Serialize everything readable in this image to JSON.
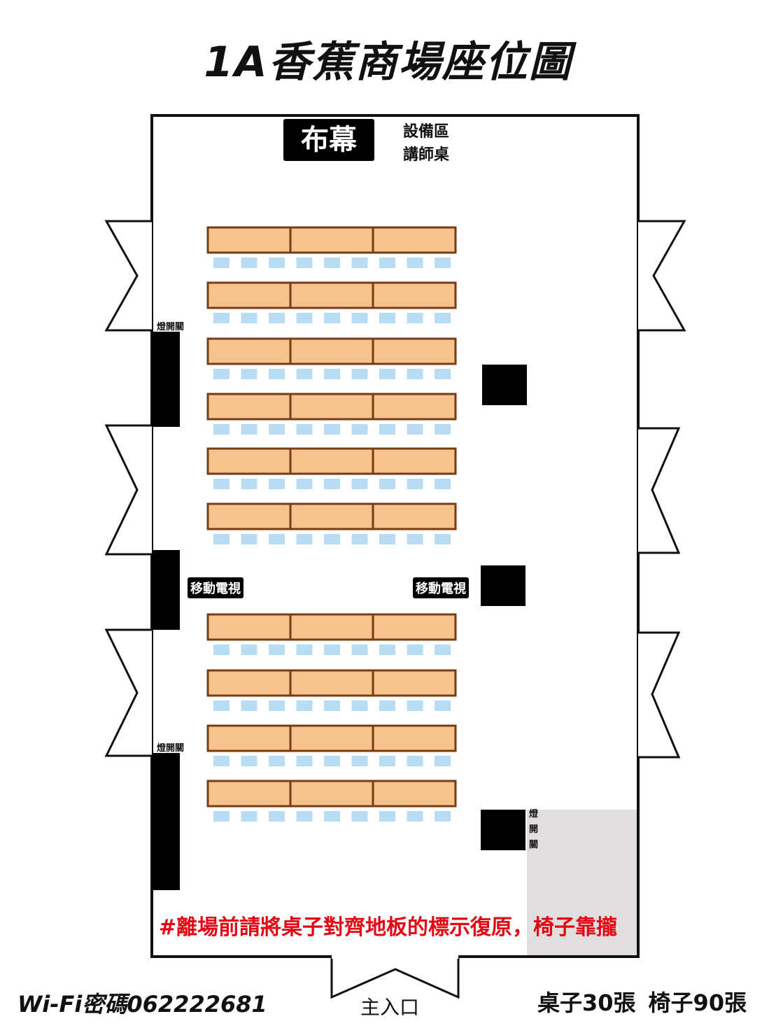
{
  "title": "1A香蕉商場座位圖",
  "screen_label": "布幕",
  "equipment_area": "設備區",
  "lecturer_desk": "講師桌",
  "light_switch": "燈開關",
  "light_switch_vertical": "燈開關",
  "mobile_tv": "移動電視",
  "notice": "#離場前請將桌子對齊地板的標示復原，椅子靠攏",
  "wifi": "Wi-Fi密碼062222681",
  "desk_count": "桌子30張",
  "chair_count": "椅子90張",
  "entrance": "主入口",
  "colors": {
    "desk_fill": "#f5c48d",
    "desk_border": "#7a3a14",
    "chair": "#b9dcf5",
    "notice": "#e30613",
    "corner_zone": "#e0dede"
  },
  "layout": {
    "desk_rows": 10,
    "desks_per_row": 3,
    "chairs_per_row": 9
  }
}
